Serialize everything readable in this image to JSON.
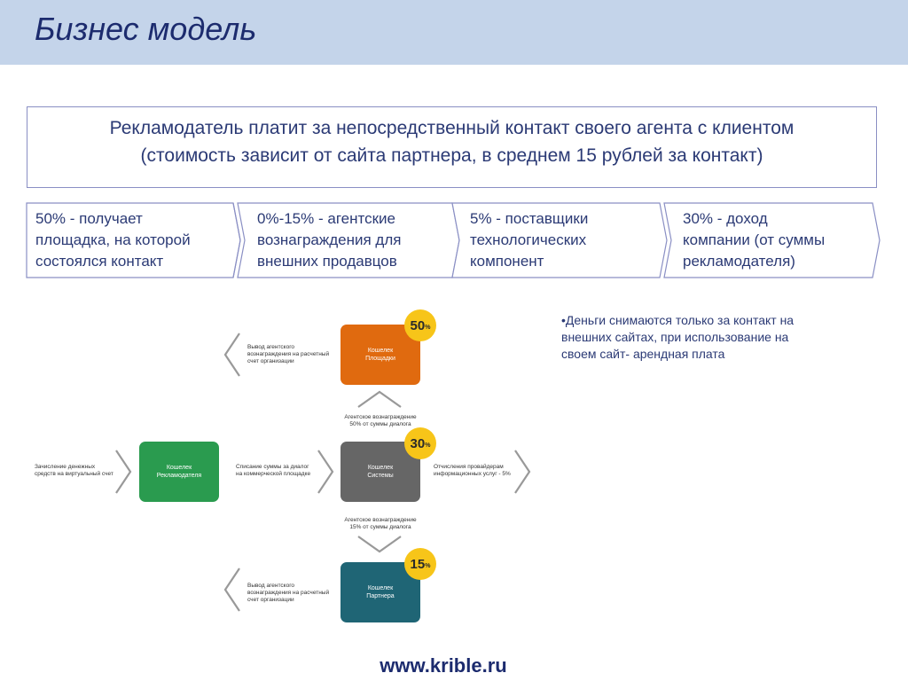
{
  "header": {
    "title": "Бизнес модель"
  },
  "main_box": {
    "line1": "Рекламодатель платит за непосредственный контакт своего агента с клиентом",
    "line2": "(стоимость зависит от сайта партнера, в среднем 15 рублей за контакт)"
  },
  "chevrons": [
    {
      "lines": [
        "50% - получает",
        "площадка, на которой",
        "состоялся контакт"
      ]
    },
    {
      "lines": [
        "0%-15% - агентские",
        "вознаграждения для",
        "внешних продавцов"
      ]
    },
    {
      "lines": [
        "5% - поставщики",
        "технологических",
        "компонент"
      ]
    },
    {
      "lines": [
        "30% - доход",
        "компании (от суммы",
        "рекламодателя)"
      ]
    }
  ],
  "diagram": {
    "wallets": {
      "platform": {
        "line1": "Кошелек",
        "line2": "Площадки",
        "color": "#e06a0f",
        "badge": "50",
        "badge_unit": "%"
      },
      "advertiser": {
        "line1": "Кошелек",
        "line2": "Рекламодателя",
        "color": "#2a9b4f"
      },
      "system": {
        "line1": "Кошелек",
        "line2": "Системы",
        "color": "#666666",
        "badge": "30",
        "badge_unit": "%"
      },
      "partner": {
        "line1": "Кошелек",
        "line2": "Партнера",
        "color": "#1f6575",
        "badge": "15",
        "badge_unit": "%"
      }
    },
    "notes": {
      "withdraw_top": [
        "Вывод агентского",
        "вознаграждения на расчетный",
        "счет организации"
      ],
      "agent_50": [
        "Агентское вознаграждение",
        "50% от суммы диалога"
      ],
      "deposit": [
        "Зачисление денежных",
        "средств на виртуальный счет"
      ],
      "debit": [
        "Списание суммы за диалог",
        "на коммерческой площадке"
      ],
      "provider": [
        "Отчисления провайдерам",
        "информационных услуг - 5%"
      ],
      "agent_15": [
        "Агентское вознаграждение",
        "15% от суммы диалога"
      ],
      "withdraw_bottom": [
        "Вывод агентского",
        "вознаграждения на расчетный",
        "счет организации"
      ]
    }
  },
  "bullet": {
    "line1": "•Деньги снимаются только за контакт на",
    "line2": "внешних сайтах, при использование на",
    "line3": "своем сайт- арендная плата"
  },
  "footer": {
    "url": "www.krible.ru"
  },
  "colors": {
    "header_bg": "#c4d4ea",
    "title": "#1c2b6e",
    "text": "#2b3a75",
    "border": "#8a8fc4",
    "badge": "#f7c519"
  }
}
